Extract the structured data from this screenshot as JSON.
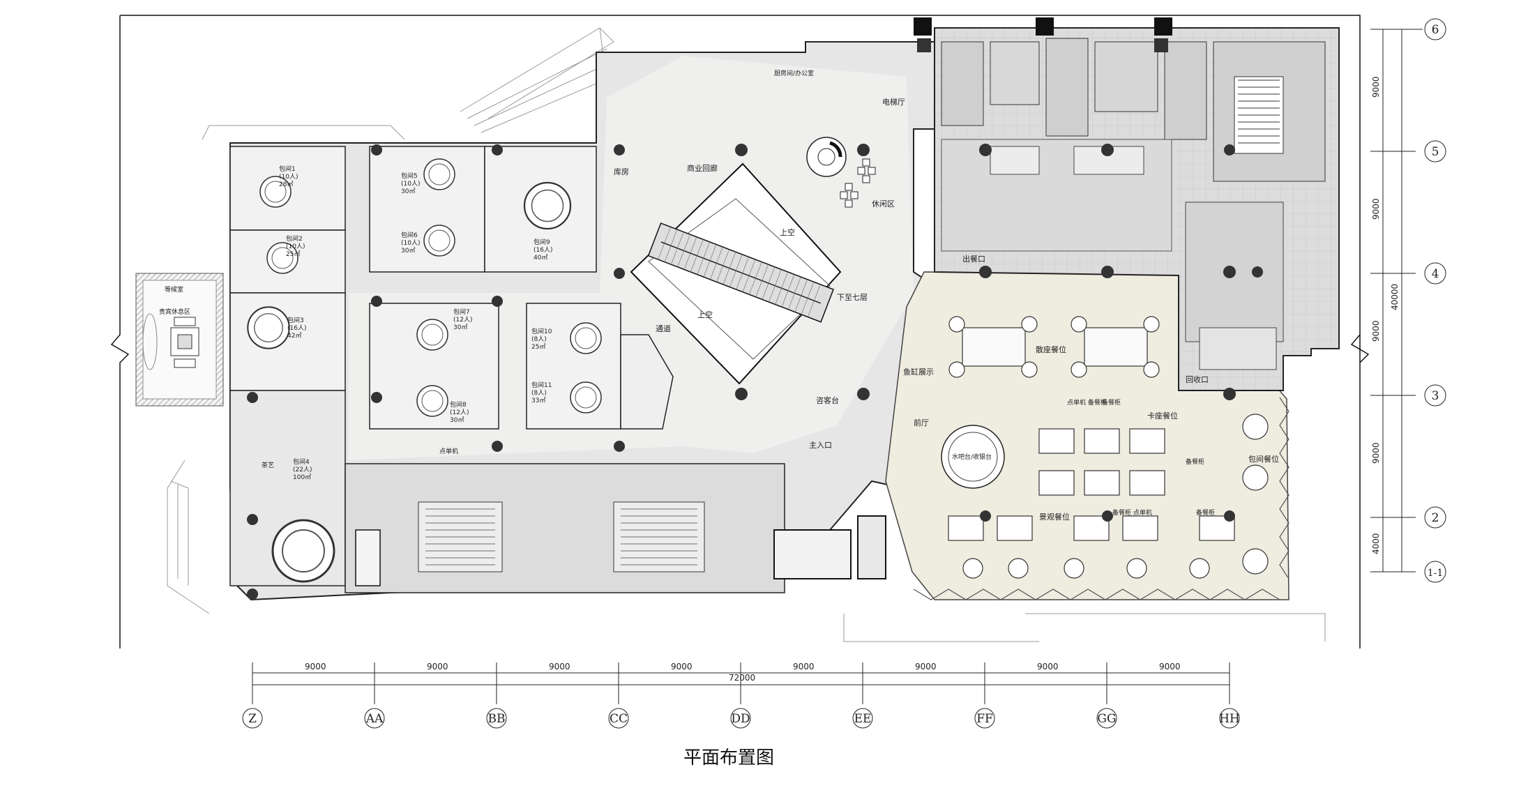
{
  "title": "平面布置图",
  "columns": [
    "Z",
    "AA",
    "BB",
    "CC",
    "DD",
    "EE",
    "FF",
    "GG",
    "HH"
  ],
  "column_spacing": [
    "9000",
    "9000",
    "9000",
    "9000",
    "9000",
    "9000",
    "9000",
    "9000"
  ],
  "column_total": "72000",
  "rows": [
    "6",
    "5",
    "4",
    "3",
    "2",
    "1-1"
  ],
  "row_spacing": [
    "9000",
    "9000",
    "9000",
    "9000",
    "4000"
  ],
  "row_total": "40000",
  "rooms": {
    "r1": "包间1",
    "r1_cap": "(10人)",
    "r1_area": "28㎡",
    "r2": "包间2",
    "r2_cap": "(10人)",
    "r2_area": "25㎡",
    "r3": "包间3",
    "r3_cap": "(16人)",
    "r3_area": "42㎡",
    "r4": "包间4",
    "r4_cap": "(22人)",
    "r4_area": "100㎡",
    "r5": "包间5",
    "r5_cap": "(10人)",
    "r5_area": "30㎡",
    "r6": "包间6",
    "r6_cap": "(10人)",
    "r6_area": "30㎡",
    "r7": "包间7",
    "r7_cap": "(12人)",
    "r7_area": "30㎡",
    "r8": "包间8",
    "r8_cap": "(12人)",
    "r8_area": "30㎡",
    "r9": "包间9",
    "r9_cap": "(16人)",
    "r9_area": "40㎡",
    "r10": "包间10",
    "r10_cap": "(8人)",
    "r10_area": "25㎡",
    "r11": "包间11",
    "r11_cap": "(8人)",
    "r11_area": "33㎡",
    "tea": "茶艺",
    "storage": "库房",
    "office": "厨房间/办公室",
    "corridor": "商业回廊",
    "elevator_hall": "电梯厅",
    "lounge": "休闲区",
    "upper_void": "上空",
    "down_7": "下至七层",
    "passage": "通道",
    "upper_void2": "上空",
    "reception": "咨客台",
    "main_entrance": "主入口",
    "fish_tank": "鱼缸展示",
    "lobby": "前厅",
    "hall_seating": "散座餐位",
    "booth_seating": "卡座餐位",
    "private_seating": "包间餐位",
    "view_seating": "景观餐位",
    "bar": "水吧台/收银台",
    "outgoing": "出餐口",
    "return": "回收口",
    "waiting": "等候室",
    "vip_area": "贵宾休息区",
    "order": "点单机",
    "prep": "备餐柜",
    "prep2": "备餐柜",
    "prep3": "备餐柜 点单机",
    "prep4": "备餐柜",
    "order2": "点单机 备餐柜"
  }
}
